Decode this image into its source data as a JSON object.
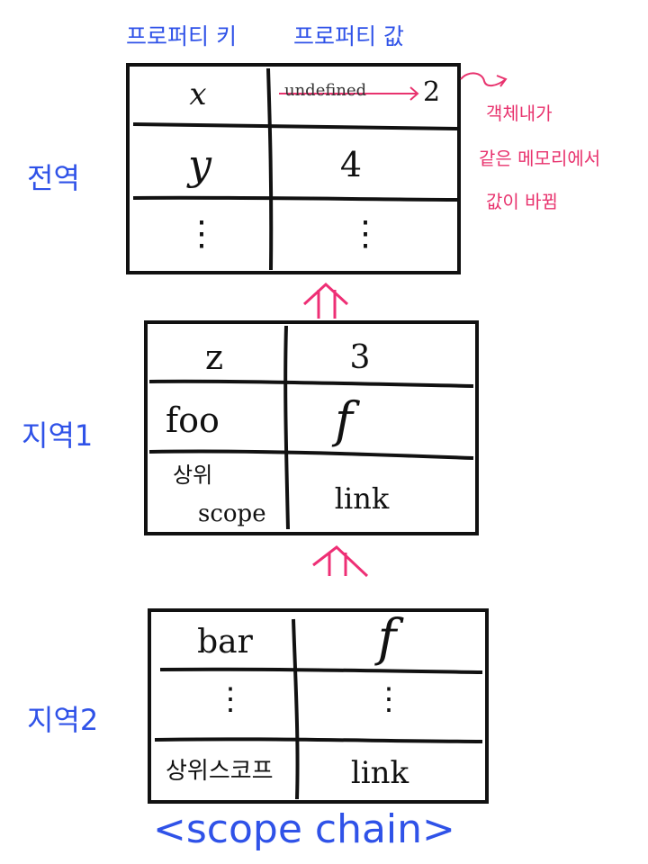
{
  "header": {
    "property_key": "프로퍼티 키",
    "property_value": "프로퍼티 값"
  },
  "scopes": {
    "global": {
      "label": "전역",
      "rows": [
        {
          "key": "x",
          "value": "2",
          "old_value": "undefined"
        },
        {
          "key": "y",
          "value": "4"
        },
        {
          "key": "⋮",
          "value": "⋮"
        }
      ]
    },
    "local1": {
      "label": "지역1",
      "rows": [
        {
          "key": "z",
          "value": "3"
        },
        {
          "key": "foo",
          "value": "f"
        },
        {
          "key_line1": "상위",
          "key_line2": "scope",
          "value": "link"
        }
      ]
    },
    "local2": {
      "label": "지역2",
      "rows": [
        {
          "key": "bar",
          "value": "f"
        },
        {
          "key": "⋮",
          "value": "⋮"
        },
        {
          "key": "상위스코프",
          "value": "link"
        }
      ]
    }
  },
  "annotation": {
    "line1": "객체내가",
    "line2": "같은 메모리에서",
    "line3": "값이 바뀜"
  },
  "caption": "<scope chain>",
  "colors": {
    "ink": "#111111",
    "blue_text": "#2f52e8",
    "pink_annotation": "#e8336e"
  }
}
